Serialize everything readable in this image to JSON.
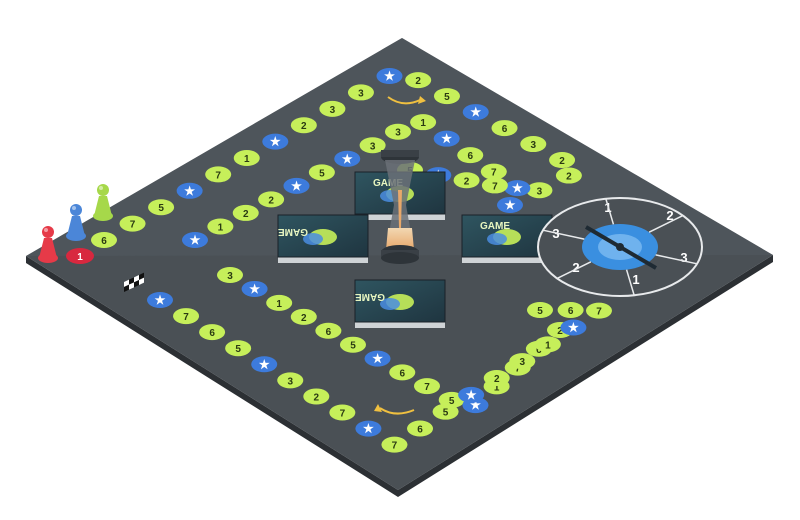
{
  "board": {
    "colors": {
      "board": "#4a5055",
      "board_dark": "#3a3f44",
      "edge": "#2c3034",
      "space_green": "#c6ef5a",
      "space_blue": "#3d7bdc",
      "start_red": "#d8283f",
      "card": "#2f3a44",
      "spinner_blue": "#3a8fe0"
    },
    "start_space_label": "1",
    "finish_flag_icon": "checkered-flag-icon"
  },
  "track_path_a": [
    "6",
    "7",
    "5",
    "★",
    "7",
    "1",
    "★",
    "2",
    "3",
    "3",
    "★",
    "2",
    "5",
    "★",
    "6",
    "3",
    "2",
    "2",
    "3",
    "★"
  ],
  "track_path_b": [
    "★",
    "1",
    "2",
    "2",
    "★",
    "5",
    "★",
    "3",
    "3",
    "1",
    "★",
    "6",
    "7",
    "★",
    "7",
    "2",
    "★",
    "5"
  ],
  "track_inner": [
    "3",
    "★",
    "1",
    "2",
    "6",
    "5",
    "★",
    "6",
    "7",
    "5",
    "★",
    "1",
    "7",
    "6",
    "2"
  ],
  "track_outer": [
    "★",
    "7",
    "6",
    "5",
    "★",
    "3",
    "2",
    "7",
    "★",
    "7",
    "6",
    "5",
    "★",
    "2",
    "3",
    "1",
    "★",
    "7",
    "6",
    "5"
  ],
  "cards": [
    {
      "label": "GAME"
    },
    {
      "label": "GAME"
    },
    {
      "label": "GAME"
    },
    {
      "label": "GAME"
    }
  ],
  "spinner": {
    "numbers": [
      "1",
      "2",
      "3",
      "1",
      "2",
      "3"
    ]
  },
  "pawns": [
    {
      "color": "#e63a48"
    },
    {
      "color": "#4b86d8"
    },
    {
      "color": "#a6d84a"
    }
  ],
  "arrows": [
    "arrow-icon",
    "arrow-icon"
  ],
  "hourglass_icon": "hourglass-icon"
}
